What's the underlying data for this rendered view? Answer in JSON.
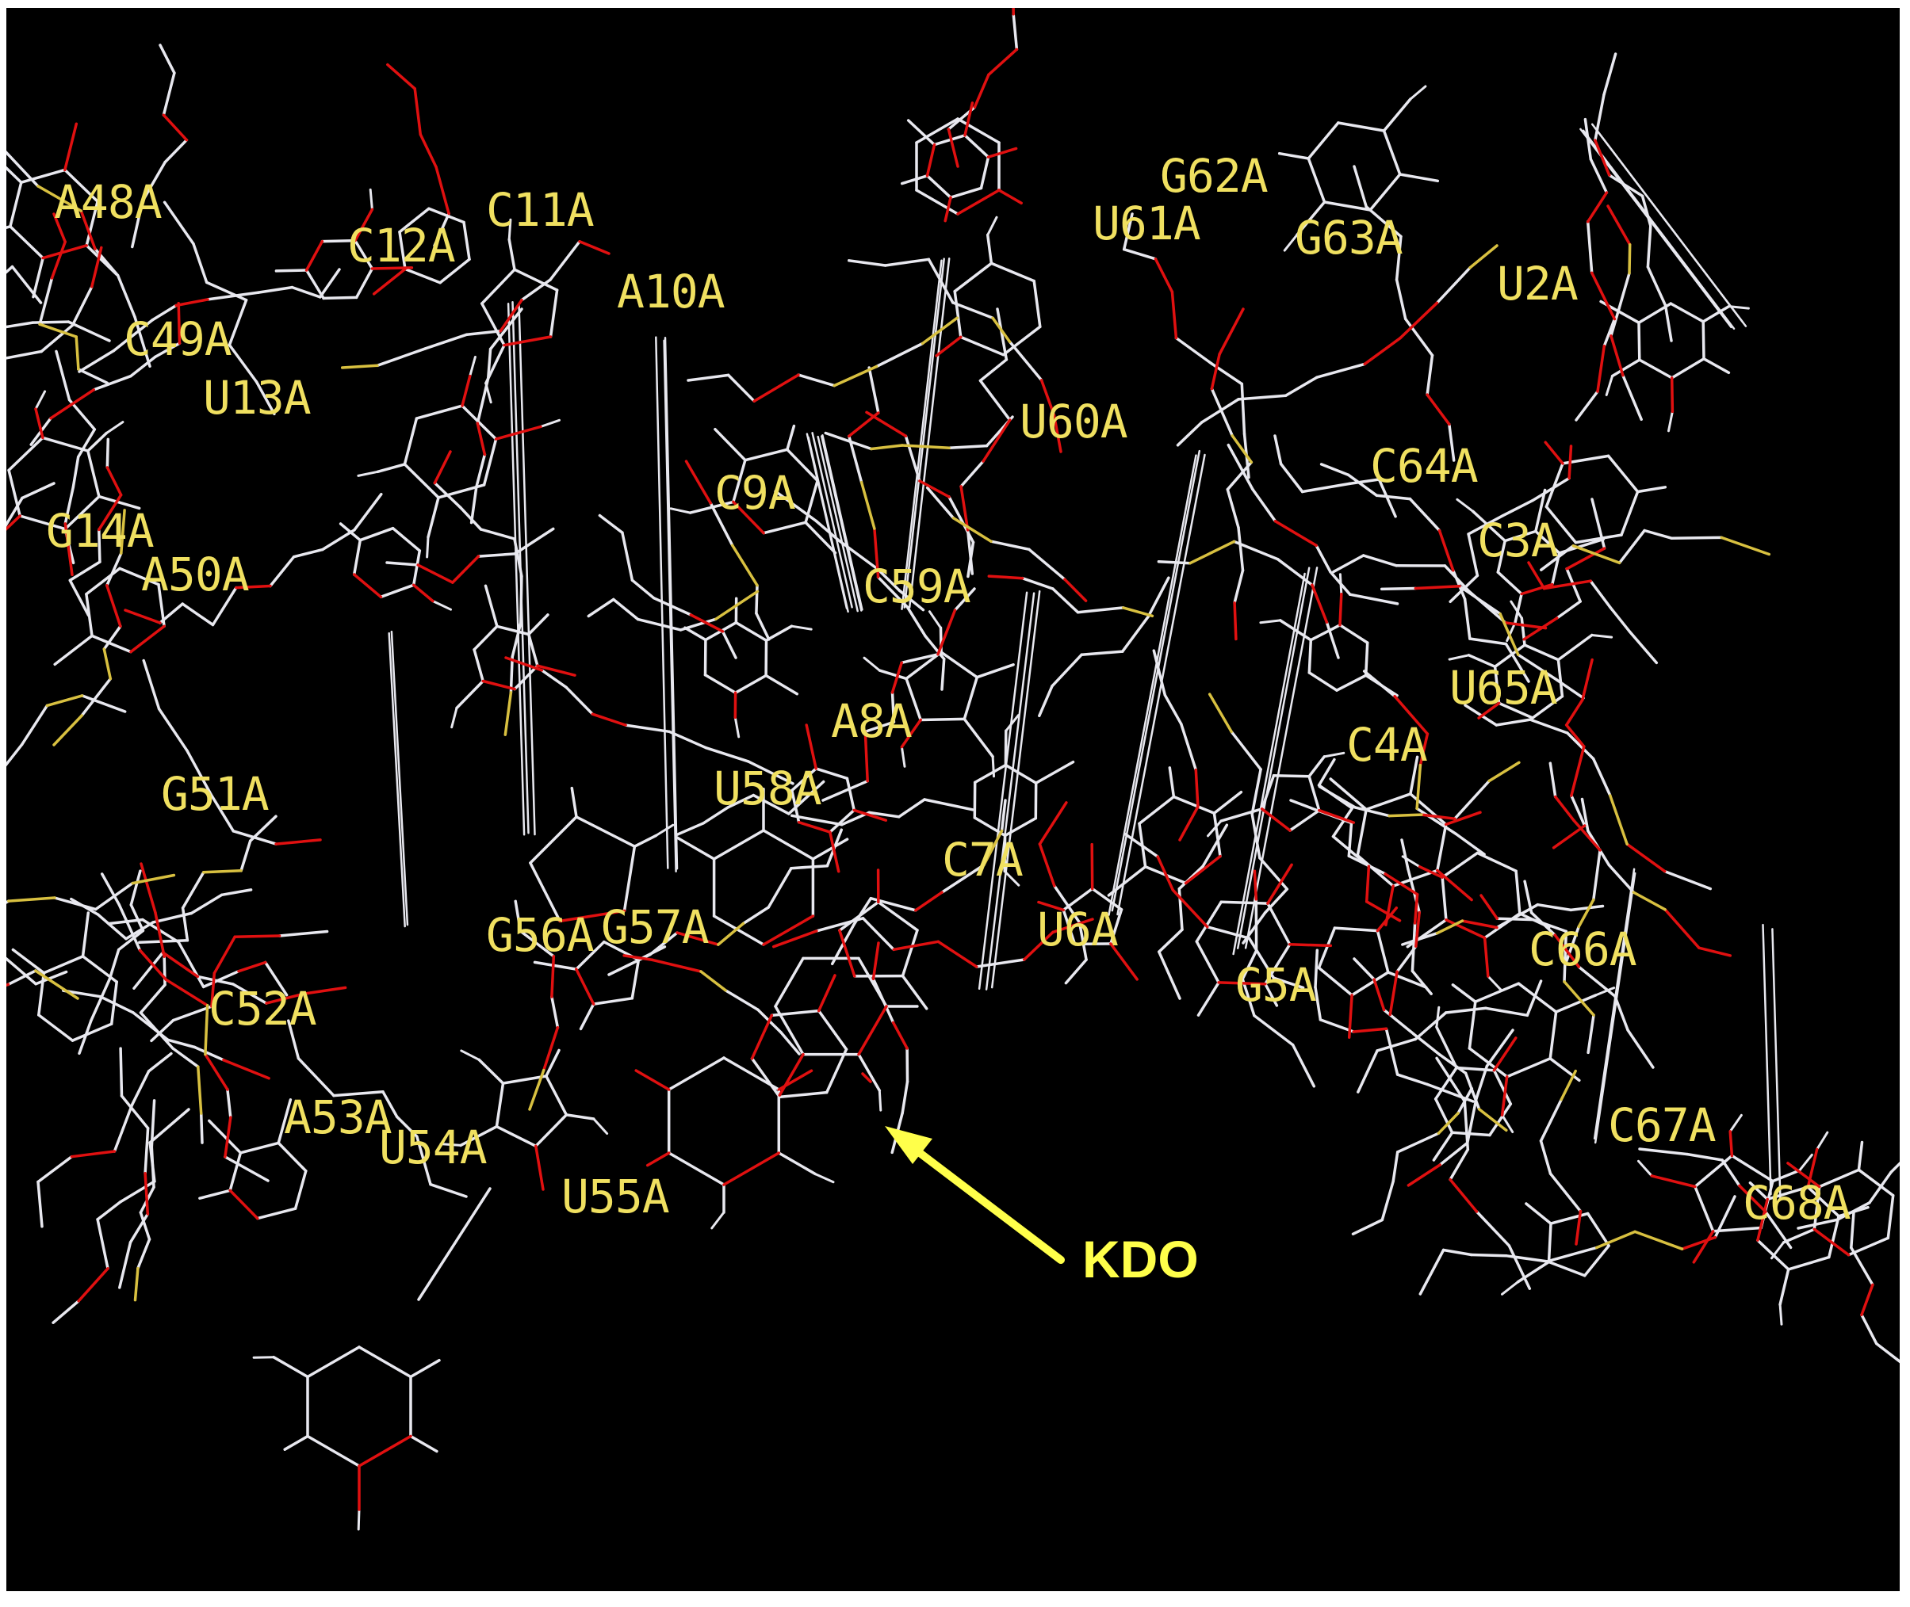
{
  "colors": {
    "background": "#000000",
    "frame": "#ffffff",
    "bond_carbon": "#e8e8ef",
    "bond_oxygen": "#e01010",
    "bond_phosphorus": "#d8c040",
    "label": "#f0e060",
    "annotation": "#ffff4a"
  },
  "residue_labels": [
    "A48A",
    "C12A",
    "C11A",
    "A10A",
    "C49A",
    "U13A",
    "G14A",
    "A50A",
    "G51A",
    "G56A",
    "G57A",
    "C52A",
    "A53A",
    "U54A",
    "U55A",
    "C9A",
    "C59A",
    "A8A",
    "U58A",
    "C7A",
    "U6A",
    "G5A",
    "G62A",
    "U61A",
    "G63A",
    "U60A",
    "U2A",
    "C64A",
    "C3A",
    "U65A",
    "C4A",
    "C66A",
    "C67A",
    "C68A"
  ],
  "annotation": {
    "label": "KDO",
    "arrow_icon": "arrow-up-left-icon"
  }
}
